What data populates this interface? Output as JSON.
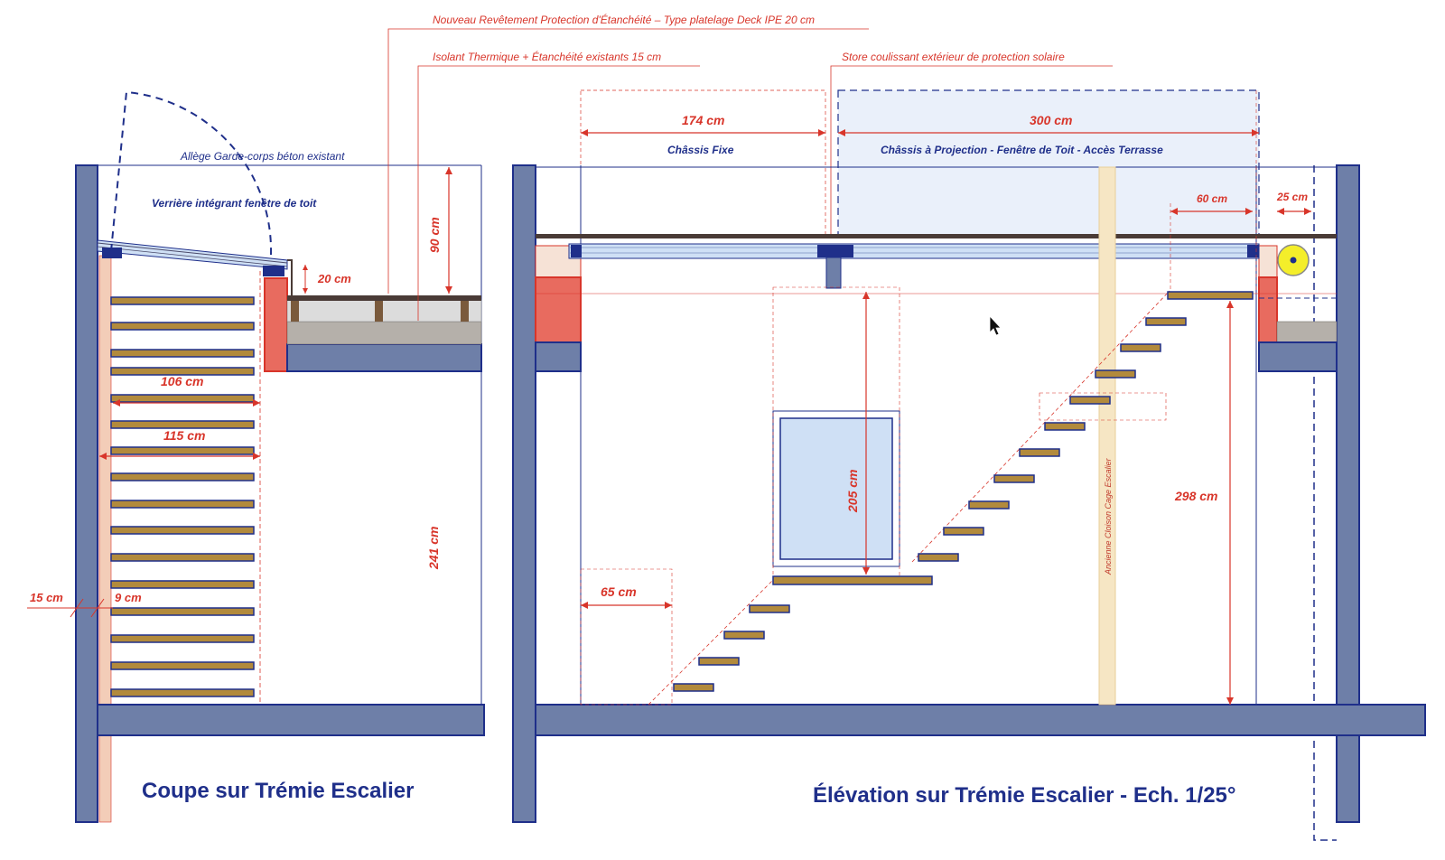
{
  "colors": {
    "wall": "#6e7fa8",
    "wall_stroke": "#1f2f8a",
    "red": "#d8352a",
    "step_fill": "#b28a3c",
    "glass": "#cfe0f5",
    "old_wall": "#f6e6c4"
  },
  "notes": {
    "deck": "Nouveau Revêtement Protection d'Étanchéité – Type platelage Deck IPE 20 cm",
    "insulation": "Isolant Thermique + Étanchéité existants 15 cm",
    "store": "Store coulissant extérieur de protection solaire",
    "allege": "Allège Garde-corps béton existant",
    "verriere": "Verrière intégrant fenêtre de toit",
    "old_partition": "Ancienne Cloison Cage Escalier"
  },
  "left_section": {
    "title": "Coupe sur Trémie Escalier",
    "dims": {
      "d106": "106 cm",
      "d115": "115 cm",
      "d90": "90 cm",
      "d20": "20 cm",
      "d241": "241 cm",
      "d15": "15 cm",
      "d9": "9 cm"
    }
  },
  "right_section": {
    "title": "Élévation sur Trémie Escalier - Ech. 1/25°",
    "fixed_frame_width": "174 cm",
    "fixed_frame_label": "Châssis Fixe",
    "projection_width": "300 cm",
    "projection_label": "Châssis à Projection - Fenêtre de Toit - Accès Terrasse",
    "dims": {
      "d60": "60 cm",
      "d25": "25 cm",
      "d205": "205 cm",
      "d298": "298 cm",
      "d65": "65 cm"
    }
  }
}
